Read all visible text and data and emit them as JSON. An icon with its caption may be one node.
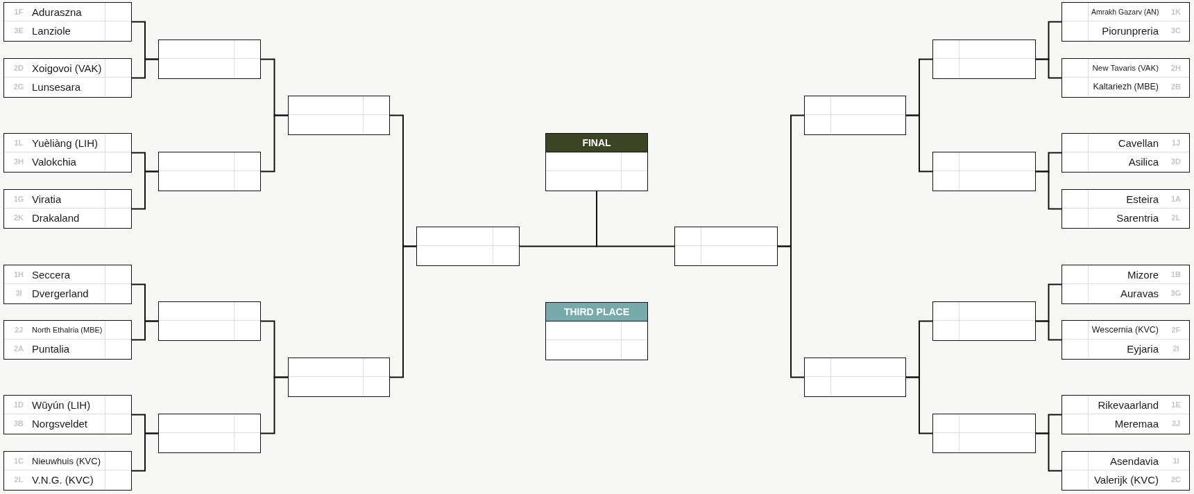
{
  "diagram": {
    "nodes": [
      {
        "text": [
          "1F",
          "Aduraszna",
          "3E",
          "Lanziole"
        ]
      },
      {
        "text": [
          "2D",
          "Xoigovoi (VAK)",
          "2G",
          "Lunsesara"
        ]
      },
      {
        "text": [
          "1L",
          "Yuèliàng (LIH)",
          "3H",
          "Valokchia"
        ]
      },
      {
        "text": [
          "1G",
          "Viratia",
          "2K",
          "Drakaland"
        ]
      },
      {
        "text": [
          "1H",
          "Seccera",
          "3I",
          "Dvergerland"
        ]
      },
      {
        "text": [
          "2J",
          "North Ethalria (MBE)",
          "2A",
          "Puntalia"
        ]
      },
      {
        "text": [
          "1D",
          "Wūyún (LIH)",
          "3B",
          "Norgsveldet"
        ]
      },
      {
        "text": [
          "1C",
          "Nieuwhuis (KVC)",
          "2L",
          "V.N.G. (KVC)"
        ]
      },
      {
        "text": [],
        "shape": "box"
      },
      {
        "text": [],
        "shape": "box"
      },
      {
        "text": [],
        "shape": "box"
      },
      {
        "text": [],
        "shape": "box"
      },
      {
        "text": [],
        "shape": "box"
      },
      {
        "text": [],
        "shape": "box"
      },
      {
        "text": [],
        "shape": "box"
      },
      {
        "text": [
          "FINAL"
        ]
      },
      {
        "text": [
          "THIRD PLACE"
        ]
      },
      {
        "text": [],
        "shape": "box"
      },
      {
        "text": [],
        "shape": "box"
      },
      {
        "text": [],
        "shape": "box"
      },
      {
        "text": [],
        "shape": "box"
      },
      {
        "text": [],
        "shape": "box"
      },
      {
        "text": [],
        "shape": "box"
      },
      {
        "text": [],
        "shape": "box"
      },
      {
        "text": [
          "Amrakh Gazarv (AN)",
          "1K",
          "Piorunpreria",
          "3C"
        ]
      },
      {
        "text": [
          "New Tavaris (VAK)",
          "2H",
          "Kaltariezh (MBE)",
          "2B"
        ]
      },
      {
        "text": [
          "Cavellan",
          "1J",
          "Asilica",
          "3D"
        ]
      },
      {
        "text": [
          "Esteira",
          "1A",
          "Sarentria",
          "2L"
        ]
      },
      {
        "text": [
          "Mizore",
          "1B",
          "Auravas",
          "3G"
        ]
      },
      {
        "text": [
          "Wescernia (KVC)",
          "2F",
          "Eyjaria",
          "2I"
        ]
      },
      {
        "text": [
          "Rikevaarland",
          "1E",
          "Meremaa",
          "3J"
        ]
      },
      {
        "text": [
          "Asendavia",
          "1I",
          "Valerijk (KVC)",
          "2C"
        ]
      }
    ],
    "edges": [
      {
        "from": 0,
        "to": 8,
        "arrow": "none"
      },
      {
        "from": 1,
        "to": 8,
        "arrow": "none"
      },
      {
        "from": 2,
        "to": 9,
        "arrow": "none"
      },
      {
        "from": 3,
        "to": 9,
        "arrow": "none"
      },
      {
        "from": 4,
        "to": 10,
        "arrow": "none"
      },
      {
        "from": 5,
        "to": 10,
        "arrow": "none"
      },
      {
        "from": 6,
        "to": 11,
        "arrow": "none"
      },
      {
        "from": 7,
        "to": 11,
        "arrow": "none"
      },
      {
        "from": 8,
        "to": 12,
        "arrow": "none"
      },
      {
        "from": 9,
        "to": 12,
        "arrow": "none"
      },
      {
        "from": 10,
        "to": 13,
        "arrow": "none"
      },
      {
        "from": 11,
        "to": 13,
        "arrow": "none"
      },
      {
        "from": 12,
        "to": 14,
        "arrow": "none"
      },
      {
        "from": 13,
        "to": 14,
        "arrow": "none"
      },
      {
        "from": 14,
        "to": 15,
        "arrow": "none"
      },
      {
        "from": 17,
        "to": 15,
        "arrow": "none"
      },
      {
        "from": 18,
        "to": 17,
        "arrow": "none"
      },
      {
        "from": 19,
        "to": 17,
        "arrow": "none"
      },
      {
        "from": 20,
        "to": 18,
        "arrow": "none"
      },
      {
        "from": 21,
        "to": 18,
        "arrow": "none"
      },
      {
        "from": 22,
        "to": 19,
        "arrow": "none"
      },
      {
        "from": 23,
        "to": 19,
        "arrow": "none"
      },
      {
        "from": 24,
        "to": 20,
        "arrow": "none"
      },
      {
        "from": 25,
        "to": 20,
        "arrow": "none"
      },
      {
        "from": 26,
        "to": 21,
        "arrow": "none"
      },
      {
        "from": 27,
        "to": 21,
        "arrow": "none"
      },
      {
        "from": 28,
        "to": 22,
        "arrow": "none"
      },
      {
        "from": 29,
        "to": 22,
        "arrow": "none"
      },
      {
        "from": 30,
        "to": 23,
        "arrow": "none"
      },
      {
        "from": 31,
        "to": 23,
        "arrow": "none"
      }
    ]
  }
}
